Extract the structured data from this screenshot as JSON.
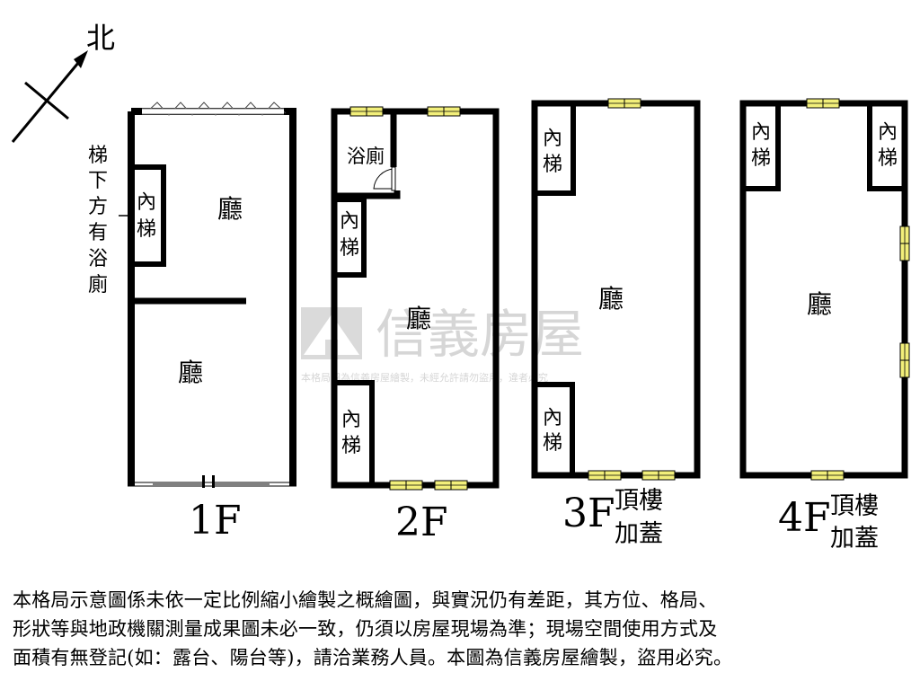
{
  "compass": {
    "north": "北"
  },
  "watermark": {
    "brand": "信義房屋",
    "notice": "本格局圖為信義房屋繪製，未經允許請勿盜用，違者必究"
  },
  "floors": [
    {
      "id": "1F",
      "label": "1F",
      "sublabel": "",
      "side_note": [
        "梯",
        "下",
        "方",
        "有",
        "浴",
        "廁"
      ],
      "rooms": [
        {
          "name": "內梯"
        },
        {
          "name": "廳"
        },
        {
          "name": "廳"
        }
      ]
    },
    {
      "id": "2F",
      "label": "2F",
      "sublabel": "",
      "rooms": [
        {
          "name": "浴廁"
        },
        {
          "name": "內梯"
        },
        {
          "name": "廳"
        },
        {
          "name": "內梯"
        }
      ]
    },
    {
      "id": "3F",
      "label": "3F",
      "sublabel": [
        "頂樓",
        "加蓋"
      ],
      "rooms": [
        {
          "name": "內梯"
        },
        {
          "name": "廳"
        },
        {
          "name": "內梯"
        }
      ]
    },
    {
      "id": "4F",
      "label": "4F",
      "sublabel": [
        "頂樓",
        "加蓋"
      ],
      "rooms": [
        {
          "name": "內梯"
        },
        {
          "name": "內梯"
        },
        {
          "name": "廳"
        }
      ]
    }
  ],
  "disclaimer": [
    "本格局示意圖係未依一定比例縮小繪製之概繪圖，與實況仍有差距，其方位、格局、",
    "形狀等與地政機關測量成果圖未必一致，仍須以房屋現場為準；現場空間使用方式及",
    "面積有無登記(如：露台、陽台等)，請洽業務人員。本圖為信義房屋繪製，盜用必究。"
  ],
  "colors": {
    "wall": "#000000",
    "window_fill": "#f2ef7a",
    "watermark": "#c8c8c8"
  }
}
